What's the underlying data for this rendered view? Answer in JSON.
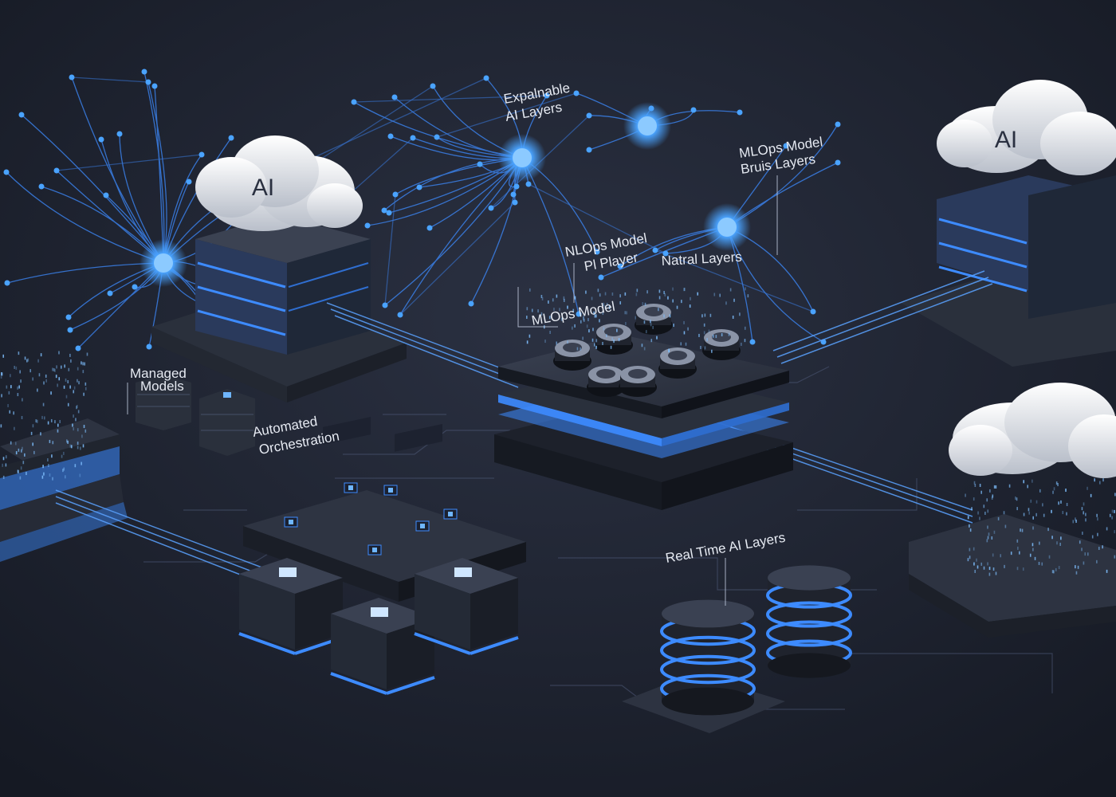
{
  "colors": {
    "background": "#1b1f2b",
    "accent_blue": "#3d8bff",
    "glow_blue": "#6fb6ff",
    "cloud": "#e9ecf1"
  },
  "clouds": {
    "left": "AI",
    "right": "AI"
  },
  "labels": {
    "explainable": [
      "Expalnable",
      "AI Layers"
    ],
    "mlops_top_right": [
      "MLOps Model",
      "Bruis Layers"
    ],
    "mlops_center": [
      "NLOps Model",
      "Pl Player"
    ],
    "mlops_small": "MLOps Model",
    "natural": "Natral Layers",
    "managed": [
      "Managed",
      "Models"
    ],
    "automated": [
      "Automated",
      "Orchestration"
    ],
    "realtime": "Real Time AI Layers"
  }
}
